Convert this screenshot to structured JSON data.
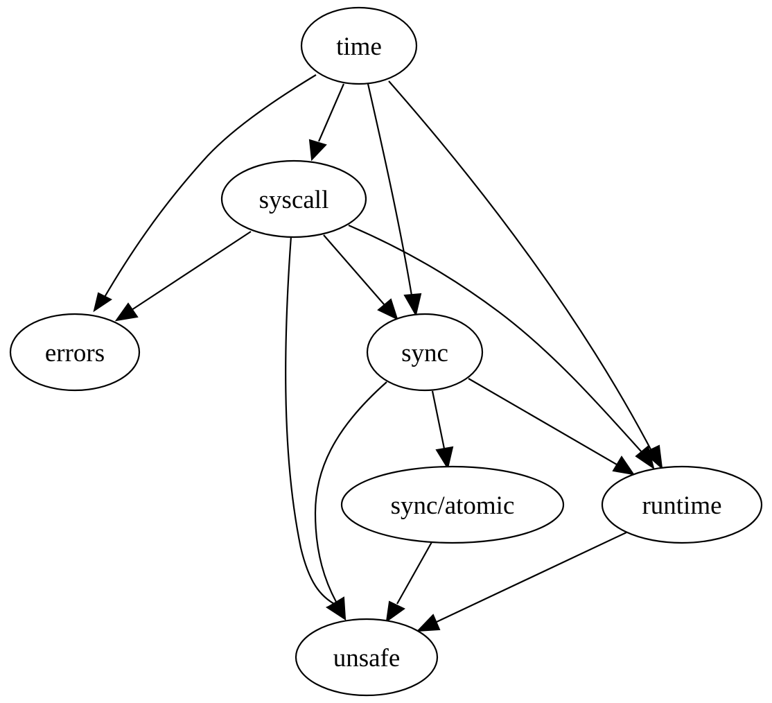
{
  "diagram": {
    "type": "directed-graph",
    "nodes": [
      {
        "id": "time",
        "label": "time"
      },
      {
        "id": "syscall",
        "label": "syscall"
      },
      {
        "id": "errors",
        "label": "errors"
      },
      {
        "id": "sync",
        "label": "sync"
      },
      {
        "id": "sync_atomic",
        "label": "sync/atomic"
      },
      {
        "id": "runtime",
        "label": "runtime"
      },
      {
        "id": "unsafe",
        "label": "unsafe"
      }
    ],
    "edges": [
      {
        "from": "time",
        "to": "errors"
      },
      {
        "from": "time",
        "to": "syscall"
      },
      {
        "from": "time",
        "to": "sync"
      },
      {
        "from": "time",
        "to": "runtime"
      },
      {
        "from": "syscall",
        "to": "errors"
      },
      {
        "from": "syscall",
        "to": "unsafe"
      },
      {
        "from": "syscall",
        "to": "sync"
      },
      {
        "from": "syscall",
        "to": "runtime"
      },
      {
        "from": "sync",
        "to": "unsafe"
      },
      {
        "from": "sync",
        "to": "sync_atomic"
      },
      {
        "from": "sync",
        "to": "runtime"
      },
      {
        "from": "sync_atomic",
        "to": "unsafe"
      },
      {
        "from": "runtime",
        "to": "unsafe"
      }
    ]
  }
}
